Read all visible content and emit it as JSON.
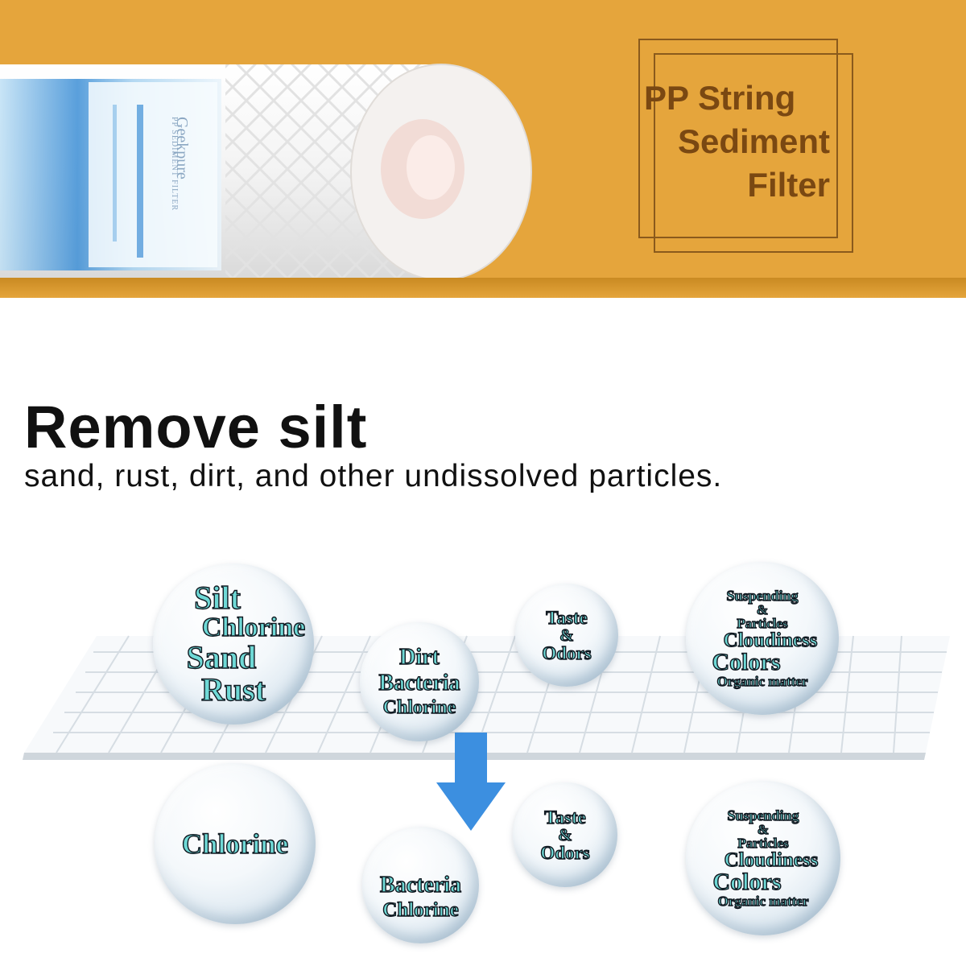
{
  "banner": {
    "title_lines": [
      "PP String",
      "Sediment",
      "Filter"
    ],
    "brand": "Geekpure",
    "brand_sub": "PP SEDIMENT FILTER",
    "colors": {
      "background": "#e5a53c",
      "title": "#7a4812"
    }
  },
  "headline": "Remove silt",
  "subline": "sand, rust, dirt, and other undissolved particles.",
  "bubbles_top": [
    {
      "lines": [
        "Silt",
        "Chlorine",
        "Sand",
        "Rust"
      ]
    },
    {
      "lines": [
        "Dirt",
        "Bacteria",
        "Chlorine"
      ]
    },
    {
      "lines": [
        "Taste",
        "&",
        "Odors"
      ]
    },
    {
      "lines": [
        "Suspending",
        "&",
        "Particles",
        "Cloudiness",
        "Colors",
        "Organic matter"
      ]
    }
  ],
  "bubbles_bottom": [
    {
      "lines": [
        "Chlorine"
      ]
    },
    {
      "lines": [
        "Bacteria",
        "Chlorine"
      ]
    },
    {
      "lines": [
        "Taste",
        "&",
        "Odors"
      ]
    },
    {
      "lines": [
        "Suspending",
        "&",
        "Particles",
        "Cloudiness",
        "Colors",
        "Organic matter"
      ]
    }
  ],
  "colors": {
    "bubble_text": "#6fd9d6",
    "arrow": "#3c8fe0"
  },
  "icons": {
    "arrow": "arrow-down-icon",
    "filter": "filter-cartridge-icon"
  }
}
